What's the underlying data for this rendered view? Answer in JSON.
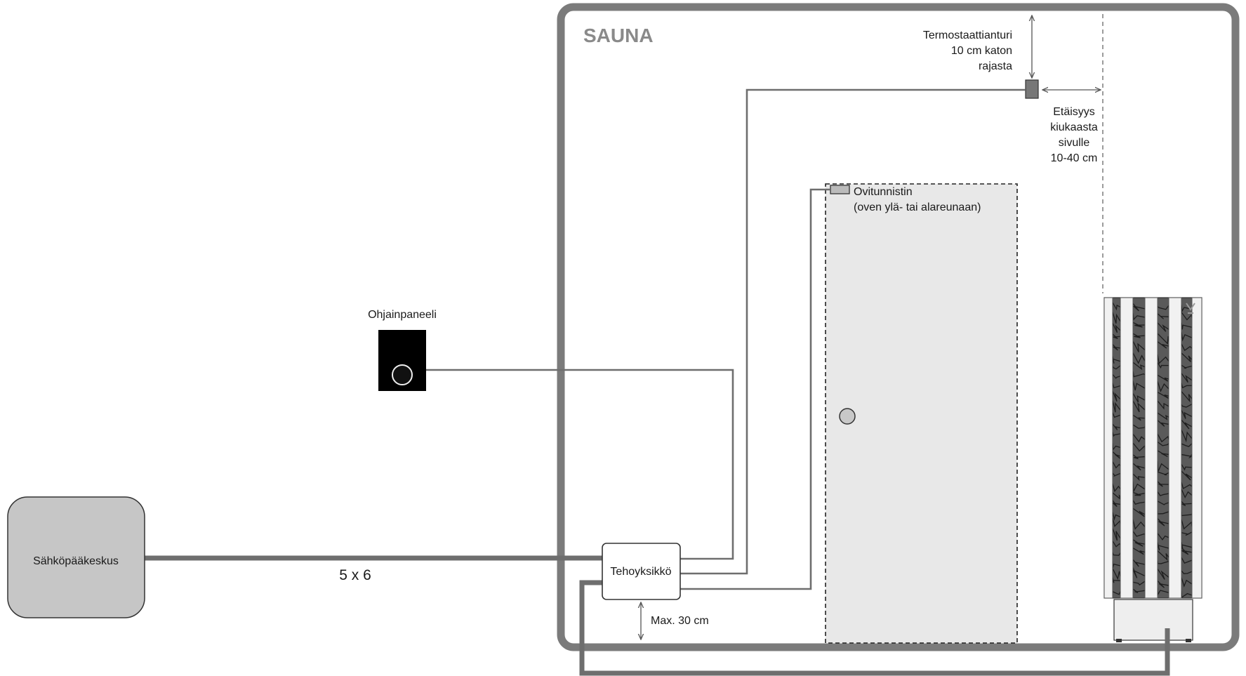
{
  "room": {
    "title": "SAUNA"
  },
  "labels": {
    "thermostat_sensor": [
      "Termostaattianturi",
      "10 cm katon",
      "rajasta"
    ],
    "distance": [
      "Etäisyys",
      "kiukaasta",
      "sivulle",
      "10-40 cm"
    ],
    "door_sensor": [
      "Ovitunnistin",
      "(oven ylä- tai alareunaan)"
    ],
    "control_panel": "Ohjainpaneeli",
    "main_panel": "Sähköpääkeskus",
    "cable_spec": "5 x 6",
    "power_unit": "Tehoyksikkö",
    "max_height": "Max. 30 cm"
  },
  "colors": {
    "wall": "#7b7b7b",
    "wire": "#6e6e6e",
    "main_box": "#c6c6c6",
    "door": "#e8e8e8",
    "panel": "#000000",
    "stone": "#575757"
  }
}
